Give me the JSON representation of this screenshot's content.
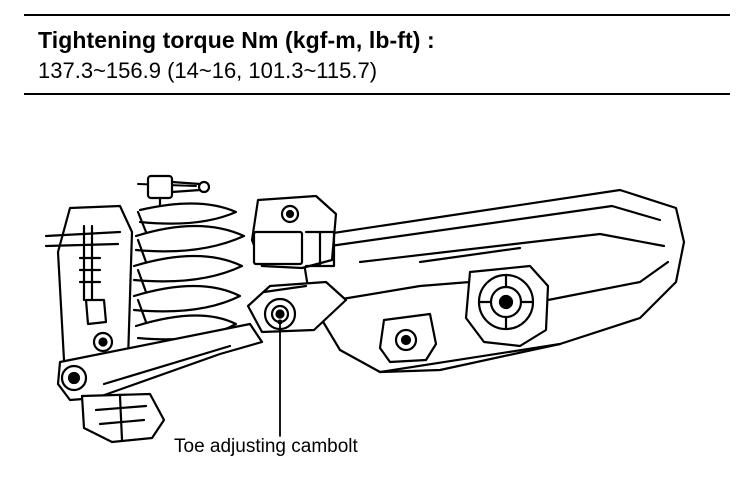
{
  "spec": {
    "title": "Tightening torque Nm (kgf-m, lb-ft) :",
    "value": "137.3~156.9 (14~16, 101.3~115.7)"
  },
  "figure": {
    "callout_label": "Toe adjusting cambolt"
  }
}
